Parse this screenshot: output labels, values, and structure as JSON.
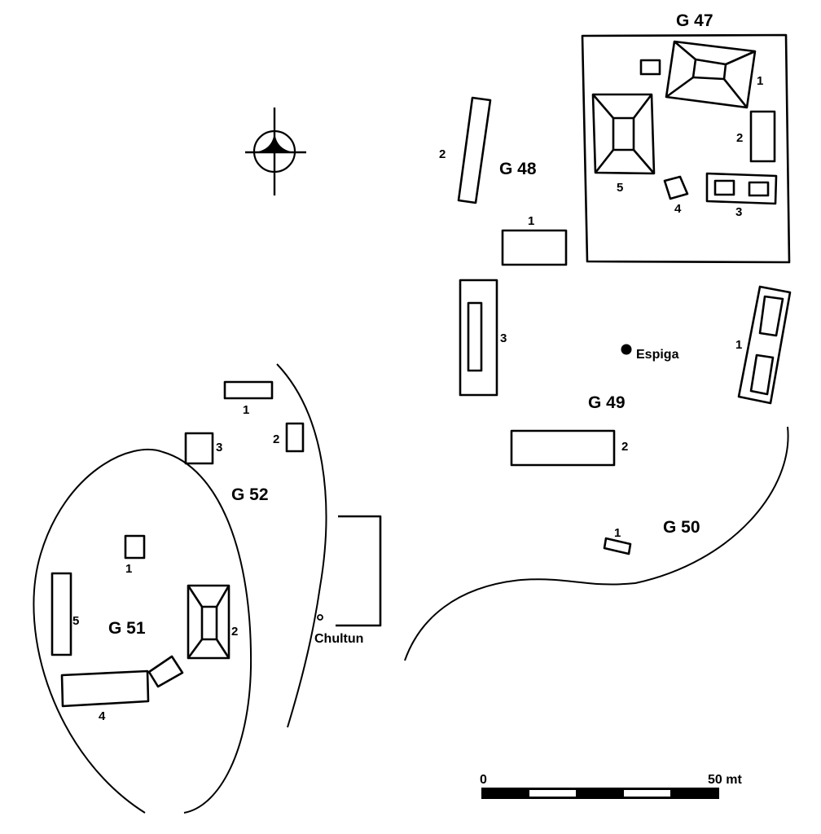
{
  "map": {
    "type": "archaeological site plan",
    "north_arrow": "north-arrow-icon",
    "groups": [
      {
        "id": "G 47",
        "structures": [
          "1",
          "2",
          "3",
          "4",
          "5"
        ]
      },
      {
        "id": "G 48",
        "structures": [
          "1",
          "2",
          "3"
        ]
      },
      {
        "id": "G 49",
        "structures": [
          "1",
          "2"
        ]
      },
      {
        "id": "G 50",
        "structures": [
          "1"
        ]
      },
      {
        "id": "G 51",
        "structures": [
          "1",
          "2",
          "4",
          "5"
        ]
      },
      {
        "id": "G 52",
        "structures": [
          "1",
          "2",
          "3"
        ]
      }
    ],
    "features": {
      "espiga": "Espiga",
      "chultun": "Chultun"
    },
    "scale_bar": {
      "start_label": "0",
      "end_label": "50 mt",
      "segments": 5
    }
  },
  "labels": {
    "g47": "G 47",
    "g48": "G 48",
    "g49": "G 49",
    "g50": "G 50",
    "g51": "G 51",
    "g52": "G 52",
    "n1": "1",
    "n2": "2",
    "n3": "3",
    "n4": "4",
    "n5": "5"
  }
}
